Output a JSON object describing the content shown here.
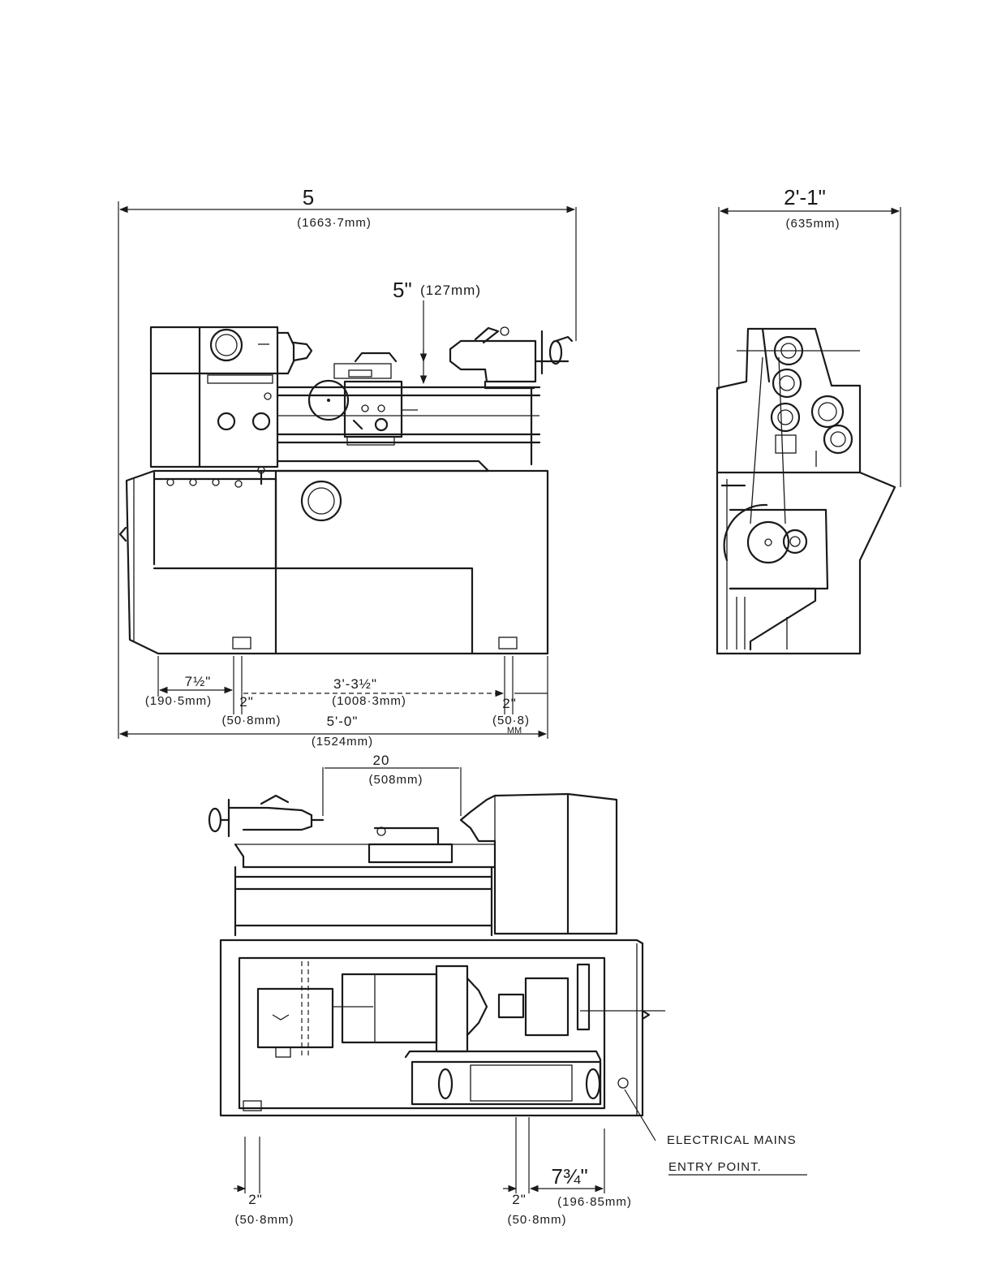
{
  "front_view": {
    "overall_length": "5",
    "overall_length_mm": "(1663·7mm)",
    "centre_height": "5\"",
    "centre_height_mm": "(127mm)",
    "left_foot_offset": "7½\"",
    "left_foot_offset_mm": "(190·5mm)",
    "foot_centres": "3'-3½\"",
    "foot_centres_mm": "(1008·3mm)",
    "left_foot_width": "2\"",
    "left_foot_width_mm": "(50·8mm)",
    "right_foot_width": "2\"",
    "right_foot_width_mm": "(50·8)",
    "right_foot_width_unit": "MM",
    "base_length": "5'-0\"",
    "base_length_mm": "(1524mm)"
  },
  "end_view": {
    "overall_width": "2'-1\"",
    "overall_width_mm": "(635mm)"
  },
  "rear_view": {
    "between_centres": "20",
    "between_centres_mm": "(508mm)",
    "left_foot_width": "2\"",
    "left_foot_width_mm": "(50·8mm)",
    "right_foot_width": "2\"",
    "right_foot_width_mm": "(50·8mm)",
    "end_offset": "7¾\"",
    "end_offset_mm": "(196·85mm)",
    "mains_label_line1": "ELECTRICAL MAINS",
    "mains_label_line2": "ENTRY POINT."
  }
}
